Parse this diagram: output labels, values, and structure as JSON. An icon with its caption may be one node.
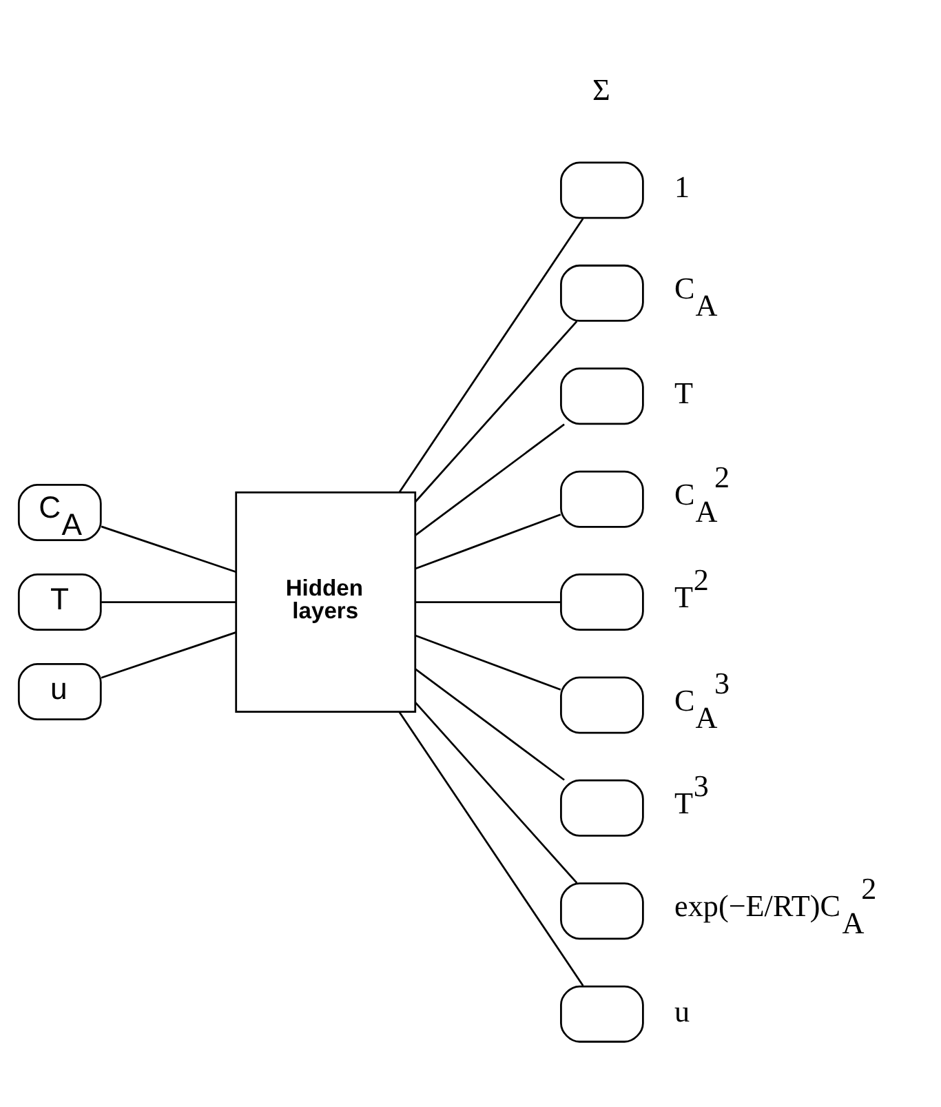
{
  "diagram": {
    "nodes": [
      {
        "text": [
          "C$_{A}$"
        ]
      },
      {
        "text": [
          "T"
        ]
      },
      {
        "text": [
          "u"
        ]
      },
      {
        "text": [
          "**Hidden** **layers**"
        ]
      },
      {
        "text": [],
        "shape": "box",
        "beside": [
          "1"
        ]
      },
      {
        "text": [],
        "shape": "box",
        "beside": [
          "C$_{A}$"
        ]
      },
      {
        "text": [],
        "shape": "box",
        "beside": [
          "T"
        ]
      },
      {
        "text": [],
        "shape": "box",
        "beside": [
          "C$_{A}$$^{2}$"
        ]
      },
      {
        "text": [],
        "shape": "box",
        "beside": [
          "T$^{2}$"
        ]
      },
      {
        "text": [],
        "shape": "box",
        "beside": [
          "C$_{A}$$^{3}$"
        ]
      },
      {
        "text": [],
        "shape": "box",
        "beside": [
          "T$^{3}$"
        ]
      },
      {
        "text": [],
        "shape": "box",
        "beside": [
          "exp(−E/RT)C$_{A}$$^{2}$"
        ]
      },
      {
        "text": [],
        "shape": "box",
        "beside": [
          "u"
        ]
      }
    ],
    "edges": [
      {
        "from": 0,
        "to": 3,
        "arrow": "none"
      },
      {
        "from": 1,
        "to": 3,
        "arrow": "none"
      },
      {
        "from": 2,
        "to": 3,
        "arrow": "none"
      },
      {
        "from": 3,
        "to": 4,
        "arrow": "none"
      },
      {
        "from": 3,
        "to": 5,
        "arrow": "none"
      },
      {
        "from": 3,
        "to": 6,
        "arrow": "none"
      },
      {
        "from": 3,
        "to": 7,
        "arrow": "none"
      },
      {
        "from": 3,
        "to": 8,
        "arrow": "none"
      },
      {
        "from": 3,
        "to": 9,
        "arrow": "none"
      },
      {
        "from": 3,
        "to": 10,
        "arrow": "none"
      },
      {
        "from": 3,
        "to": 11,
        "arrow": "none"
      },
      {
        "from": 3,
        "to": 12,
        "arrow": "none"
      }
    ],
    "labels": [
      "Σ"
    ]
  }
}
